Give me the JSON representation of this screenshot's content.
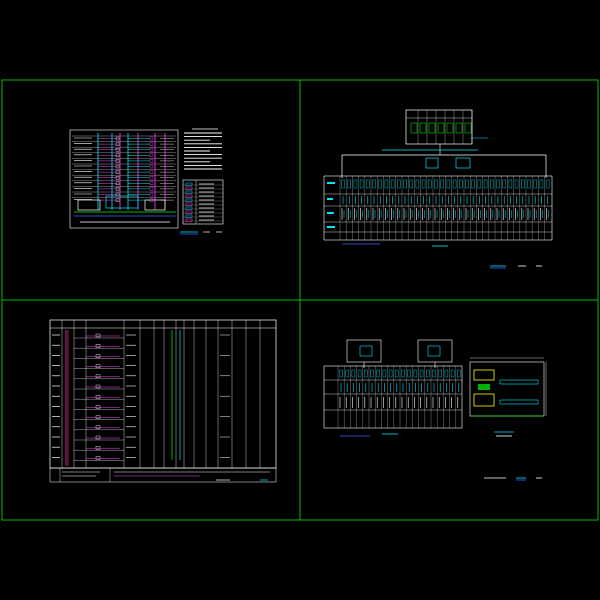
{
  "colors": {
    "background": "#000000",
    "frame": "#00c000",
    "line_white": "#ffffff",
    "line_cyan": "#00e5ff",
    "line_magenta": "#ff40ff",
    "line_yellow": "#ffff00",
    "line_green": "#00ff00",
    "line_blue": "#3a5fff",
    "line_red": "#ff3030"
  },
  "sheets": [
    {
      "id": "sheet-top-left",
      "content": "riser-diagram-with-notes-and-legend"
    },
    {
      "id": "sheet-top-right",
      "content": "switchboard-single-line-diagram"
    },
    {
      "id": "sheet-bottom-left",
      "content": "distribution-schedule-table"
    },
    {
      "id": "sheet-bottom-right",
      "content": "switchboard-diagram-with-room-layout"
    }
  ]
}
